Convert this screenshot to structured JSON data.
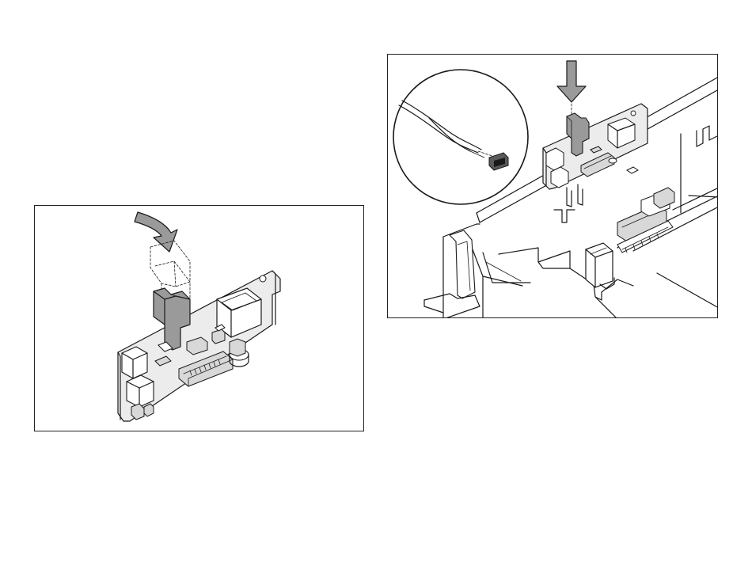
{
  "figure": {
    "panels": [
      {
        "id": "left",
        "subject": "board-with-connector-insertion"
      },
      {
        "id": "right",
        "subject": "board-installed-in-housing-with-wire-detail"
      }
    ],
    "icons": [
      "down-arrow-icon",
      "curved-arrow-icon",
      "magnifier-detail-circle"
    ],
    "colors": {
      "line": "#1a1a1a",
      "connector_fill": "#9a9a9a",
      "component_fill": "#d8d8d8",
      "board_fill": "#ececec",
      "background": "#ffffff"
    }
  }
}
